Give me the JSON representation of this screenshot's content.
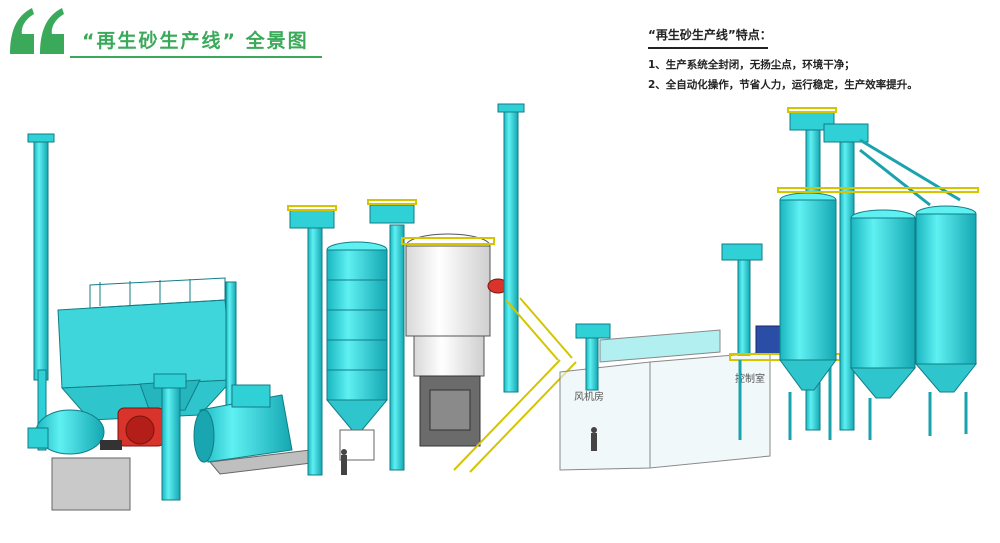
{
  "header": {
    "title": "“再生砂生产线” 全景图"
  },
  "features": {
    "heading": "“再生砂生产线”特点：",
    "items": [
      "1、生产系统全封闭，无扬尘点，环境干净；",
      "2、全自动化操作，节省人力，运行稳定，生产效率提升。"
    ]
  },
  "scene": {
    "rooms": [
      {
        "label": "风机房"
      },
      {
        "label": "控制室"
      }
    ]
  },
  "colors": {
    "accent": "#3aaa5a",
    "equipment": "#2fd0d6",
    "equipment_dark": "#1aa3ad",
    "crusher": "#d9342b",
    "platform": "#d4c500"
  }
}
